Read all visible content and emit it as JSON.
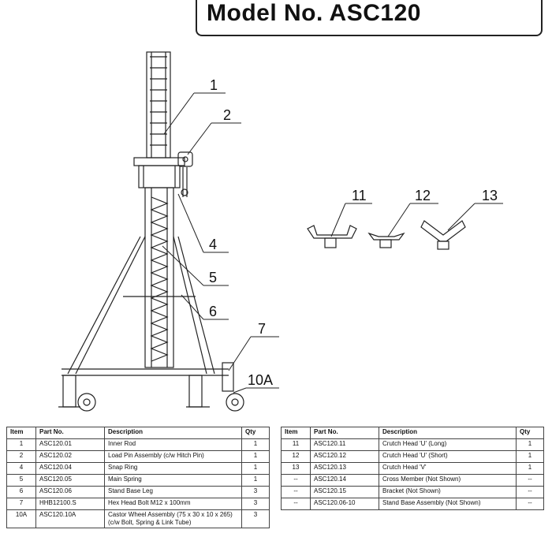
{
  "header": {
    "title": "Model No. ASC120"
  },
  "callouts": [
    "1",
    "2",
    "4",
    "5",
    "6",
    "7",
    "10A",
    "11",
    "12",
    "13"
  ],
  "table_left": {
    "columns": [
      "Item",
      "Part No.",
      "Description",
      "Qty"
    ],
    "rows": [
      [
        "1",
        "ASC120.01",
        "Inner Rod",
        "1"
      ],
      [
        "2",
        "ASC120.02",
        "Load Pin Assembly  (c/w Hitch Pin)",
        "1"
      ],
      [
        "4",
        "ASC120.04",
        "Snap Ring",
        "1"
      ],
      [
        "5",
        "ASC120.05",
        "Main Spring",
        "1"
      ],
      [
        "6",
        "ASC120.06",
        "Stand Base Leg",
        "3"
      ],
      [
        "7",
        "HHB12100.S",
        "Hex Head Bolt M12 x 100mm",
        "3"
      ],
      [
        "10A",
        "ASC120.10A",
        "Castor Wheel Assembly (75 x 30 x 10 x 265)(c/w Bolt, Spring & Link Tube)",
        "3"
      ]
    ]
  },
  "table_right": {
    "columns": [
      "Item",
      "Part No.",
      "Description",
      "Qty"
    ],
    "rows": [
      [
        "11",
        "ASC120.11",
        "Crutch Head 'U' (Long)",
        "1"
      ],
      [
        "12",
        "ASC120.12",
        "Crutch Head 'U' (Short)",
        "1"
      ],
      [
        "13",
        "ASC120.13",
        "Crutch Head 'V'",
        "1"
      ],
      [
        "--",
        "ASC120.14",
        "Cross Member (Not Shown)",
        "--"
      ],
      [
        "--",
        "ASC120.15",
        "Bracket (Not Shown)",
        "--"
      ],
      [
        "--",
        "ASC120.06-10",
        "Stand Base Assembly (Not Shown)",
        "--"
      ]
    ]
  }
}
